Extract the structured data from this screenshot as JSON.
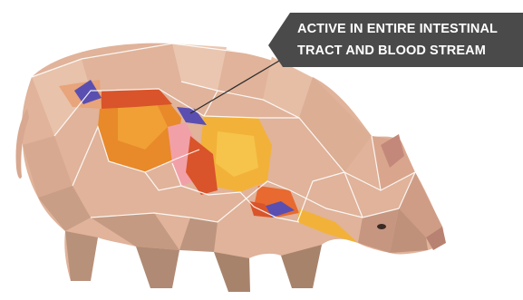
{
  "callout": {
    "line1": "ACTIVE IN ENTIRE INTESTINAL",
    "line2": "TRACT AND BLOOD STREAM"
  },
  "colors": {
    "callout_bg": "#4a4a4a",
    "pig_body": "#e0b39a",
    "pig_shadow": "#c49a82",
    "pig_dark": "#a8836c",
    "organ_orange": "#e8892a",
    "organ_yellow": "#f2b23a",
    "organ_red": "#d9542a",
    "organ_pink": "#f2a0a8",
    "vessel_blue": "#5a4fb0",
    "mesh_line": "#ffffff"
  },
  "icons": [
    "low-poly-pig-illustration",
    "digestive-tract-overlay"
  ]
}
